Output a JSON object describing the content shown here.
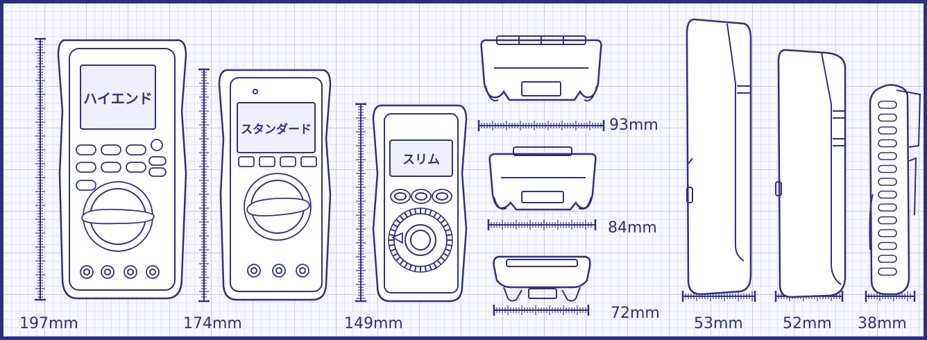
{
  "colors": {
    "line": "#2f2f82",
    "grid_major": "#c9cbee",
    "grid_minor": "#e2e3f6",
    "background": "#f6f7ff"
  },
  "models": [
    {
      "name": "ハイエンド",
      "height_label": "197mm"
    },
    {
      "name": "スタンダード",
      "height_label": "174mm"
    },
    {
      "name": "スリム",
      "height_label": "149mm"
    }
  ],
  "width_labels": [
    "93mm",
    "84mm",
    "72mm"
  ],
  "depth_labels": [
    "53mm",
    "52mm",
    "38mm"
  ]
}
